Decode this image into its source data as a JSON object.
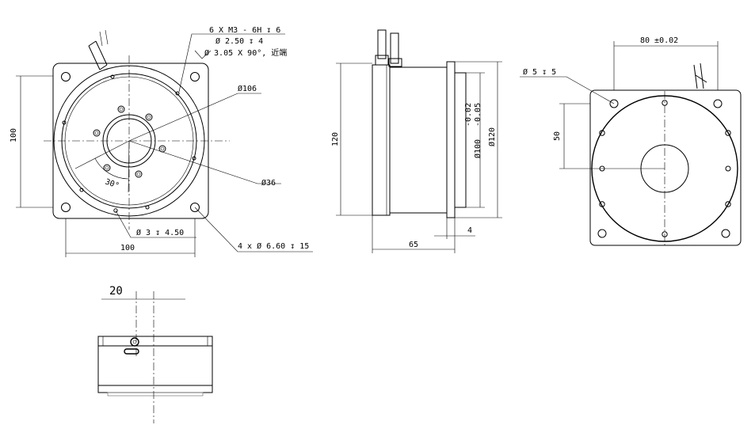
{
  "front_view": {
    "callout_thread": "6 X  M3 - 6H ↧ 6",
    "callout_drill": "Ø 2.50 ↧ 4",
    "callout_csink": "Ø 3.05 X 90°, 近端",
    "dia_outer": "Ø106",
    "dia_bore": "Ø36",
    "angle": "30°",
    "hole_small": "Ø 3 ↧ 4.50",
    "hole_mount": "4 x Ø 6.60 ↧ 15",
    "width": "100",
    "height": "100"
  },
  "side_view": {
    "height": "120",
    "tol_upper": "-0.02",
    "tol_lower": "-0.05",
    "dia_spigot": "Ø100",
    "dia_body": "Ø120",
    "length": "65",
    "spigot_len": "4"
  },
  "rear_view": {
    "spacing": "80 ±0.02",
    "pin_hole": "Ø 5 ↧ 5",
    "offset": "50"
  },
  "bottom_view": {
    "offset": "20"
  }
}
